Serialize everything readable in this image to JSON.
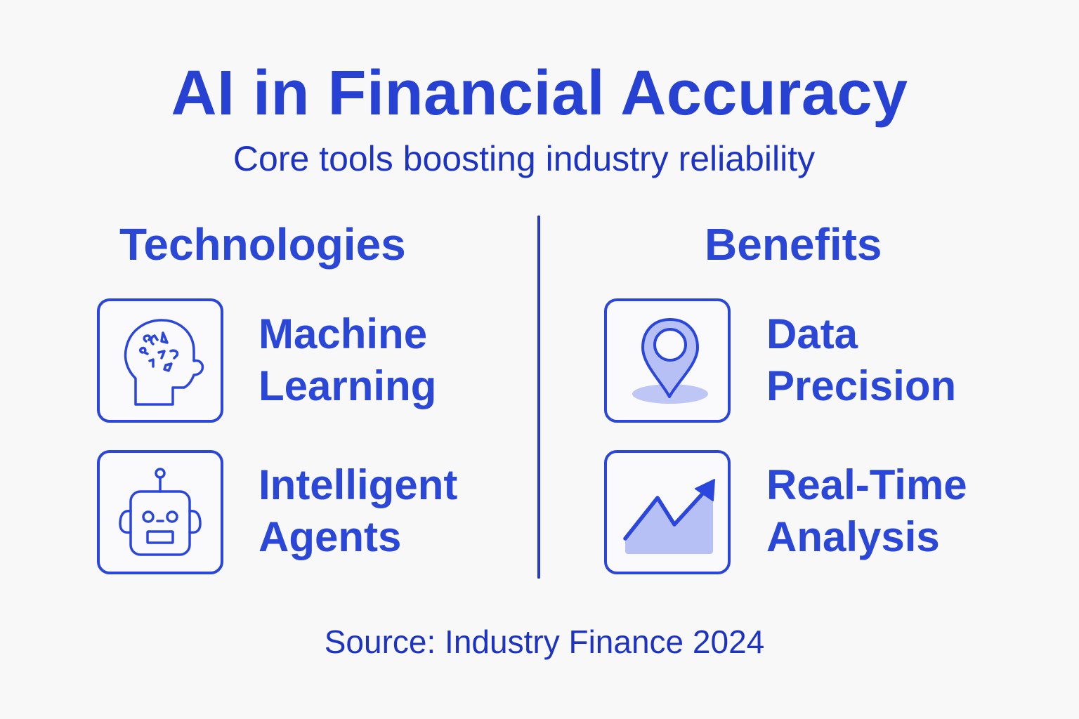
{
  "header": {
    "title": "AI in Financial Accuracy",
    "subtitle": "Core tools boosting industry reliability"
  },
  "colors": {
    "primary": "#2741d2",
    "text_dark": "#1d33c4",
    "icon_fill": "#b7c0f4",
    "background": "#f8f8f9"
  },
  "sections": {
    "technologies": {
      "heading": "Technologies",
      "items": [
        {
          "icon": "brain-head-icon",
          "line1": "Machine",
          "line2": "Learning"
        },
        {
          "icon": "robot-icon",
          "line1": "Intelligent",
          "line2": "Agents"
        }
      ]
    },
    "benefits": {
      "heading": "Benefits",
      "items": [
        {
          "icon": "location-pin-icon",
          "line1": "Data",
          "line2": "Precision"
        },
        {
          "icon": "trending-chart-icon",
          "line1": "Real-Time",
          "line2": "Analysis"
        }
      ]
    }
  },
  "footer": {
    "source": "Source: Industry Finance 2024"
  }
}
